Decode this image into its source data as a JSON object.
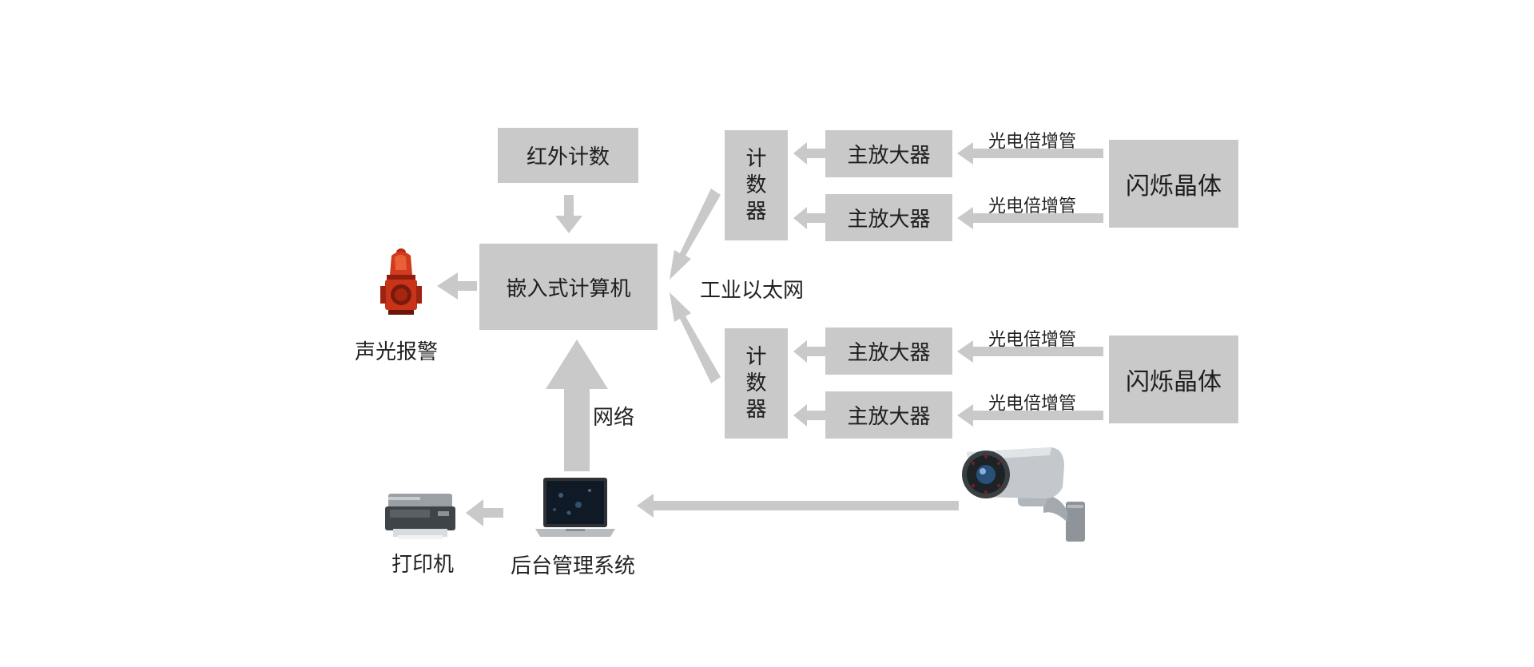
{
  "diagram": {
    "infrared_counter": "红外计数",
    "embedded_computer": "嵌入式计算机",
    "alarm_label": "声光报警",
    "ethernet_label": "工业以太网",
    "network_label": "网络",
    "backend_label": "后台管理系统",
    "printer_label": "打印机",
    "counters": [
      {
        "chars": [
          "计",
          "数",
          "器"
        ]
      },
      {
        "chars": [
          "计",
          "数",
          "器"
        ]
      }
    ],
    "amplifiers": [
      "主放大器",
      "主放大器",
      "主放大器",
      "主放大器"
    ],
    "pmt_labels": [
      "光电倍增管",
      "光电倍增管",
      "光电倍增管",
      "光电倍增管"
    ],
    "crystals": [
      "闪烁晶体",
      "闪烁晶体"
    ],
    "icons": {
      "alarm": "alarm-siren-icon",
      "printer": "printer-icon",
      "laptop": "laptop-icon",
      "camera": "security-camera-icon"
    },
    "colors": {
      "box_fill": "#c9c9c9",
      "arrow": "#c9c9c9",
      "siren": "#d23a1f"
    }
  }
}
